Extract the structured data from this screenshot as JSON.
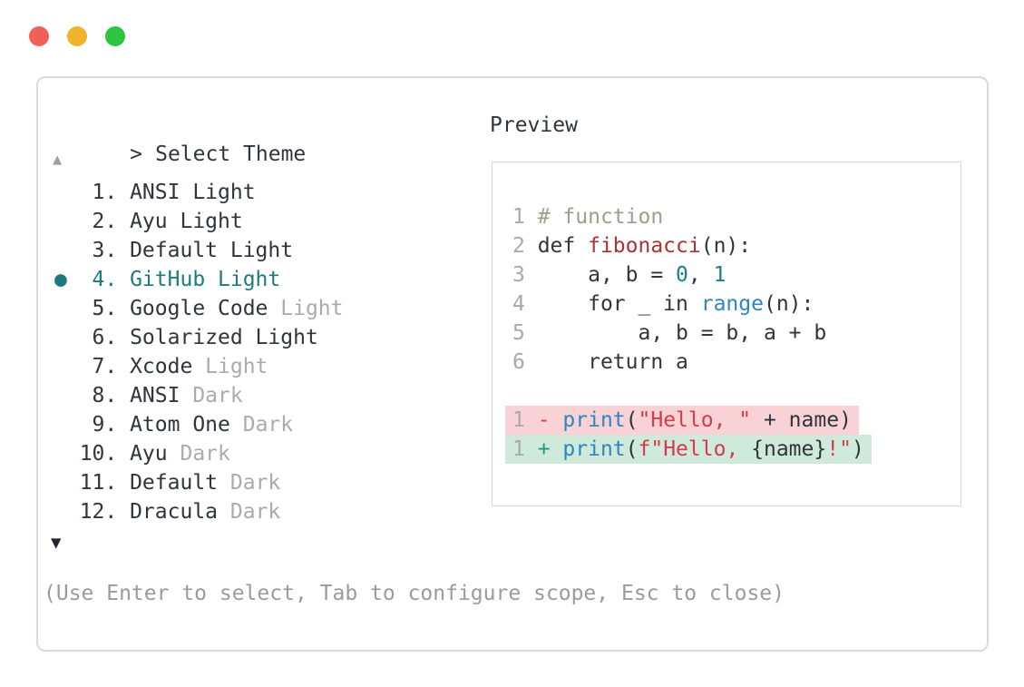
{
  "window": {
    "traffic_lights": [
      {
        "name": "close",
        "color": "#f25f58"
      },
      {
        "name": "minimize",
        "color": "#f1b32e"
      },
      {
        "name": "zoom",
        "color": "#2bc53f"
      }
    ]
  },
  "header": {
    "prompt_symbol": ">",
    "title": "Select Theme",
    "preview_label": "Preview"
  },
  "theme_list": {
    "scroll_up_indicator": "▲",
    "scroll_down_indicator": "▼",
    "selected_bullet": "●",
    "items": [
      {
        "number": "1",
        "name": "ANSI Light",
        "suffix": "",
        "selected": false
      },
      {
        "number": "2",
        "name": "Ayu Light",
        "suffix": "",
        "selected": false
      },
      {
        "number": "3",
        "name": "Default Light",
        "suffix": "",
        "selected": false
      },
      {
        "number": "4",
        "name": "GitHub Light",
        "suffix": "",
        "selected": true
      },
      {
        "number": "5",
        "name": "Google Code",
        "suffix": "Light",
        "selected": false
      },
      {
        "number": "6",
        "name": "Solarized Light",
        "suffix": "",
        "selected": false
      },
      {
        "number": "7",
        "name": "Xcode",
        "suffix": "Light",
        "selected": false
      },
      {
        "number": "8",
        "name": "ANSI",
        "suffix": "Dark",
        "selected": false
      },
      {
        "number": "9",
        "name": "Atom One",
        "suffix": "Dark",
        "selected": false
      },
      {
        "number": "10",
        "name": "Ayu",
        "suffix": "Dark",
        "selected": false
      },
      {
        "number": "11",
        "name": "Default",
        "suffix": "Dark",
        "selected": false
      },
      {
        "number": "12",
        "name": "Dracula",
        "suffix": "Dark",
        "selected": false
      }
    ]
  },
  "preview": {
    "token_colors": {
      "code": "#2e353c",
      "comment": "#9aa08e",
      "func": "#ad3230",
      "builtin": "#2e86c4",
      "number": "#17808a",
      "string": "#d63a4f",
      "minus": "#d63a4f",
      "plus": "#1d9b7d",
      "lineno": "#a9a9a9"
    },
    "lines": [
      {
        "num": "1",
        "tokens": [
          {
            "t": "# function",
            "c": "comment"
          }
        ]
      },
      {
        "num": "2",
        "tokens": [
          {
            "t": "def ",
            "c": "code"
          },
          {
            "t": "fibonacci",
            "c": "func"
          },
          {
            "t": "(n):",
            "c": "code"
          }
        ]
      },
      {
        "num": "3",
        "tokens": [
          {
            "t": "    a, b = ",
            "c": "code"
          },
          {
            "t": "0",
            "c": "number"
          },
          {
            "t": ", ",
            "c": "code"
          },
          {
            "t": "1",
            "c": "number"
          }
        ]
      },
      {
        "num": "4",
        "tokens": [
          {
            "t": "    for _ in ",
            "c": "code"
          },
          {
            "t": "range",
            "c": "builtin"
          },
          {
            "t": "(n):",
            "c": "code"
          }
        ]
      },
      {
        "num": "5",
        "tokens": [
          {
            "t": "        a, b = b, a + b",
            "c": "code"
          }
        ]
      },
      {
        "num": "6",
        "tokens": [
          {
            "t": "    return a",
            "c": "code"
          }
        ]
      },
      {
        "num": "",
        "tokens": []
      },
      {
        "num": "1",
        "bg": "removed",
        "tokens": [
          {
            "t": "- ",
            "c": "minus"
          },
          {
            "t": "print",
            "c": "builtin"
          },
          {
            "t": "(",
            "c": "code"
          },
          {
            "t": "\"Hello, \"",
            "c": "string"
          },
          {
            "t": " + name)",
            "c": "code"
          }
        ]
      },
      {
        "num": "1",
        "bg": "added",
        "tokens": [
          {
            "t": "+ ",
            "c": "plus"
          },
          {
            "t": "print",
            "c": "builtin"
          },
          {
            "t": "(",
            "c": "code"
          },
          {
            "t": "f\"Hello, ",
            "c": "string"
          },
          {
            "t": "{name}",
            "c": "code"
          },
          {
            "t": "!\"",
            "c": "string"
          },
          {
            "t": ")",
            "c": "code"
          }
        ]
      }
    ]
  },
  "footer": {
    "hint": "(Use Enter to select, Tab to configure scope, Esc to close)"
  },
  "colors": {
    "accent": "#1d7a7e",
    "text_dark": "#2e353c",
    "text_dim": "#ababab",
    "footer_gray": "#9b9b9b",
    "removed_bg": "#f8d2d5",
    "added_bg": "#cfe9da",
    "border": "#dadada",
    "scroll_up": "#9e9e9e",
    "scroll_down": "#22282e"
  }
}
